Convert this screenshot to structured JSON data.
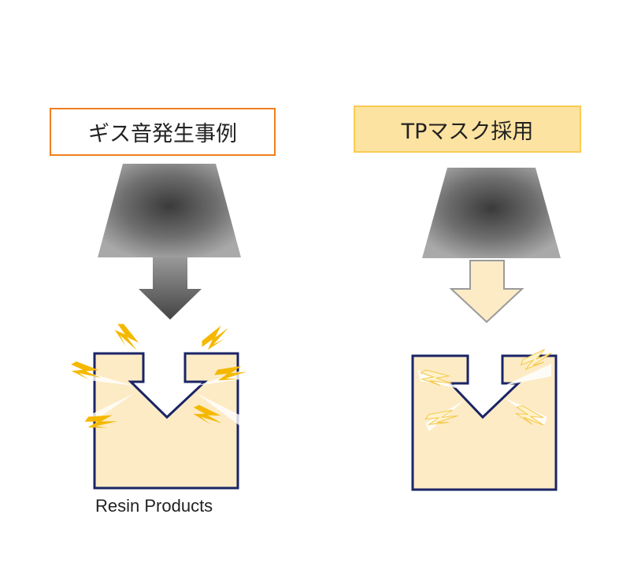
{
  "left_panel": {
    "title": "ギス音発生事例",
    "caption": "Resin Products"
  },
  "right_panel": {
    "title": "TPマスク採用"
  },
  "colors": {
    "left_border": "#f07e1f",
    "right_fill": "#fde3a1",
    "product_fill": "#fdebc6",
    "product_outline": "#1a2466",
    "spark": "#f5b800"
  }
}
